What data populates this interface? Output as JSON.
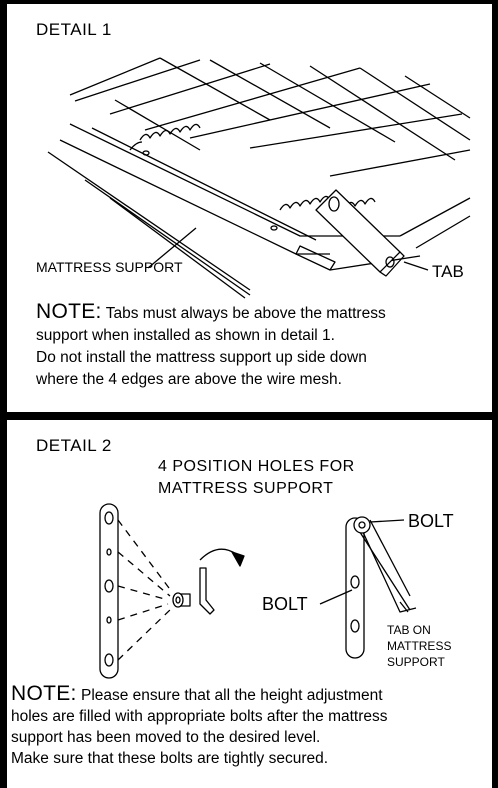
{
  "detail1": {
    "title": "DETAIL 1",
    "label_mattress_support": "MATTRESS SUPPORT",
    "label_tab": "TAB",
    "note_heading": "NOTE:",
    "note_line1": " Tabs must always be above the mattress",
    "note_line2": "support when installed as shown in detail 1.",
    "note_line3": "Do not install the mattress support up side down",
    "note_line4": "where the 4 edges are above the wire mesh."
  },
  "detail2": {
    "title": "DETAIL 2",
    "heading_line1": "4 POSITION HOLES FOR",
    "heading_line2": "MATTRESS SUPPORT",
    "label_bolt_top": "BOLT",
    "label_bolt_left": "BOLT",
    "label_tab_on_1": "TAB ON",
    "label_tab_on_2": "MATTRESS",
    "label_tab_on_3": "SUPPORT",
    "note_heading": "NOTE:",
    "note_line1": " Please ensure that all the height adjustment",
    "note_line2": "holes are filled with appropriate bolts after the mattress",
    "note_line3": "support has been moved to the desired level.",
    "note_line4": "Make sure that these bolts are tightly secured."
  }
}
